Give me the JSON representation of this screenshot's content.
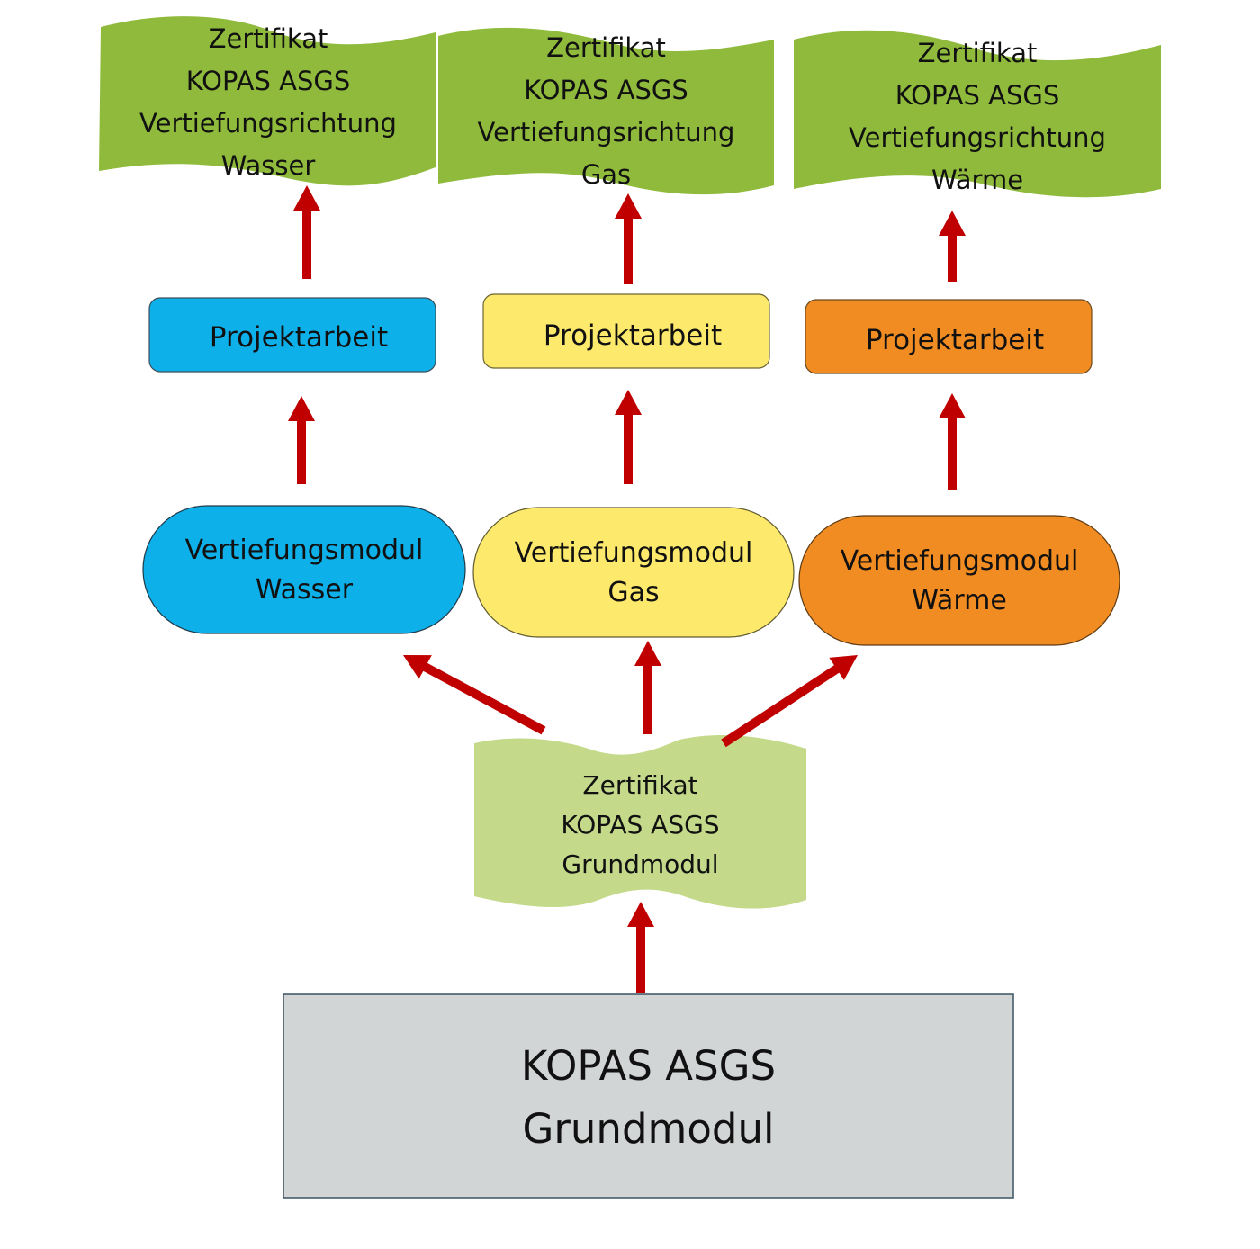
{
  "diagram": {
    "colors": {
      "cert_green": "#8fba3c",
      "base_cert_green": "#c4da8a",
      "water_blue": "#0eb0ea",
      "gas_yellow": "#fde96b",
      "heat_orange": "#f18c22",
      "base_gray": "#d2d5d6",
      "arrow_red": "#c00000"
    },
    "certificates": [
      {
        "id": "wasser",
        "lines": [
          "Zertifikat",
          "KOPAS ASGS",
          "Vertiefungsrichtung",
          "Wasser"
        ]
      },
      {
        "id": "gas",
        "lines": [
          "Zertifikat",
          "KOPAS ASGS",
          "Vertiefungsrichtung",
          "Gas"
        ]
      },
      {
        "id": "waerme",
        "lines": [
          "Zertifikat",
          "KOPAS ASGS",
          "Vertiefungsrichtung",
          "Wärme"
        ]
      }
    ],
    "projects": [
      {
        "id": "wasser",
        "label": "Projektarbeit"
      },
      {
        "id": "gas",
        "label": "Projektarbeit"
      },
      {
        "id": "waerme",
        "label": "Projektarbeit"
      }
    ],
    "modules": [
      {
        "id": "wasser",
        "lines": [
          "Vertiefungsmodul",
          "Wasser"
        ]
      },
      {
        "id": "gas",
        "lines": [
          "Vertiefungsmodul",
          "Gas"
        ]
      },
      {
        "id": "waerme",
        "lines": [
          "Vertiefungsmodul",
          "Wärme"
        ]
      }
    ],
    "base_certificate": {
      "lines": [
        "Zertifikat",
        "KOPAS ASGS",
        "Grundmodul"
      ]
    },
    "base_module": {
      "lines": [
        "KOPAS ASGS",
        "Grundmodul"
      ]
    },
    "flows": [
      {
        "from": "base_module",
        "to": "base_certificate"
      },
      {
        "from": "base_certificate",
        "to": "module-wasser"
      },
      {
        "from": "base_certificate",
        "to": "module-gas"
      },
      {
        "from": "base_certificate",
        "to": "module-waerme"
      },
      {
        "from": "module-wasser",
        "to": "project-wasser"
      },
      {
        "from": "module-gas",
        "to": "project-gas"
      },
      {
        "from": "module-waerme",
        "to": "project-waerme"
      },
      {
        "from": "project-wasser",
        "to": "certificate-wasser"
      },
      {
        "from": "project-gas",
        "to": "certificate-gas"
      },
      {
        "from": "project-waerme",
        "to": "certificate-waerme"
      }
    ]
  }
}
